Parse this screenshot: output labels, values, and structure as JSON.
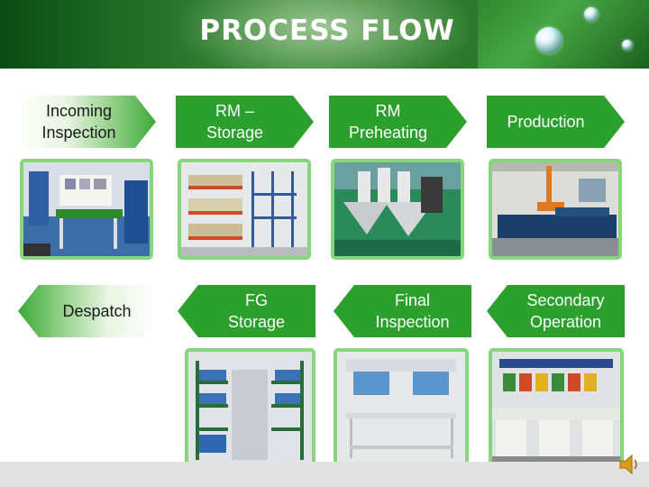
{
  "title": "PROCESS FLOW",
  "top_row": [
    {
      "label": "Incoming Inspection",
      "photo": "incoming-inspection-photo"
    },
    {
      "label": "RM – Storage",
      "photo": "rm-storage-photo"
    },
    {
      "label": "RM Preheating",
      "photo": "rm-preheating-photo"
    },
    {
      "label": "Production",
      "photo": "production-photo"
    }
  ],
  "bottom_row": [
    {
      "label": "Despatch",
      "photo": "despatch-photo"
    },
    {
      "label": "FG Storage",
      "photo": "fg-storage-photo"
    },
    {
      "label": "Final Inspection",
      "photo": "final-inspection-photo"
    },
    {
      "label": "Secondary Operation",
      "photo": "secondary-operation-photo"
    }
  ],
  "colors": {
    "accent": "#2ca02c",
    "photo_border": "#86d77c",
    "header": "#1f6b24"
  },
  "icons": [
    "speaker-icon"
  ]
}
